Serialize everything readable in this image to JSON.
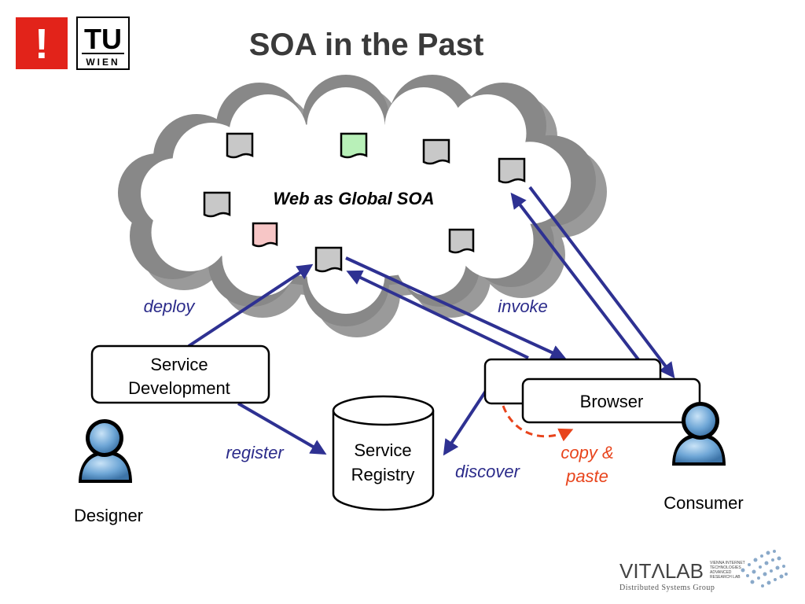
{
  "header": {
    "title": "SOA in the Past",
    "logo_left_mark": "!",
    "logo_tu_top": "TU",
    "logo_tu_bottom": "WIEN"
  },
  "cloud": {
    "label": "Web as Global SOA"
  },
  "nodes": {
    "service_development_line1": "Service",
    "service_development_line2": "Development",
    "service_registry_line1": "Service",
    "service_registry_line2": "Registry",
    "browser": "Browser"
  },
  "actors": {
    "designer": "Designer",
    "consumer": "Consumer"
  },
  "edges": {
    "deploy": "deploy",
    "invoke": "invoke",
    "register": "register",
    "discover": "discover",
    "copy_paste_line1": "copy &",
    "copy_paste_line2": "paste"
  },
  "footer_logo": {
    "name": "VITΛLAB",
    "subtitle": "Distributed Systems Group",
    "side_text": [
      "VIENNA INTERNET",
      "TECHNOLOGIES",
      "ADVANCED",
      "RESEARCH LAB"
    ]
  },
  "colors": {
    "arrow": "#2e3192",
    "copy_paste": "#e8441c",
    "doc_gray": "#c8c8c8",
    "doc_green": "#b8f0b8",
    "doc_pink": "#f7c6c6",
    "logo_red": "#e2231a",
    "title": "#3a3a3a"
  }
}
